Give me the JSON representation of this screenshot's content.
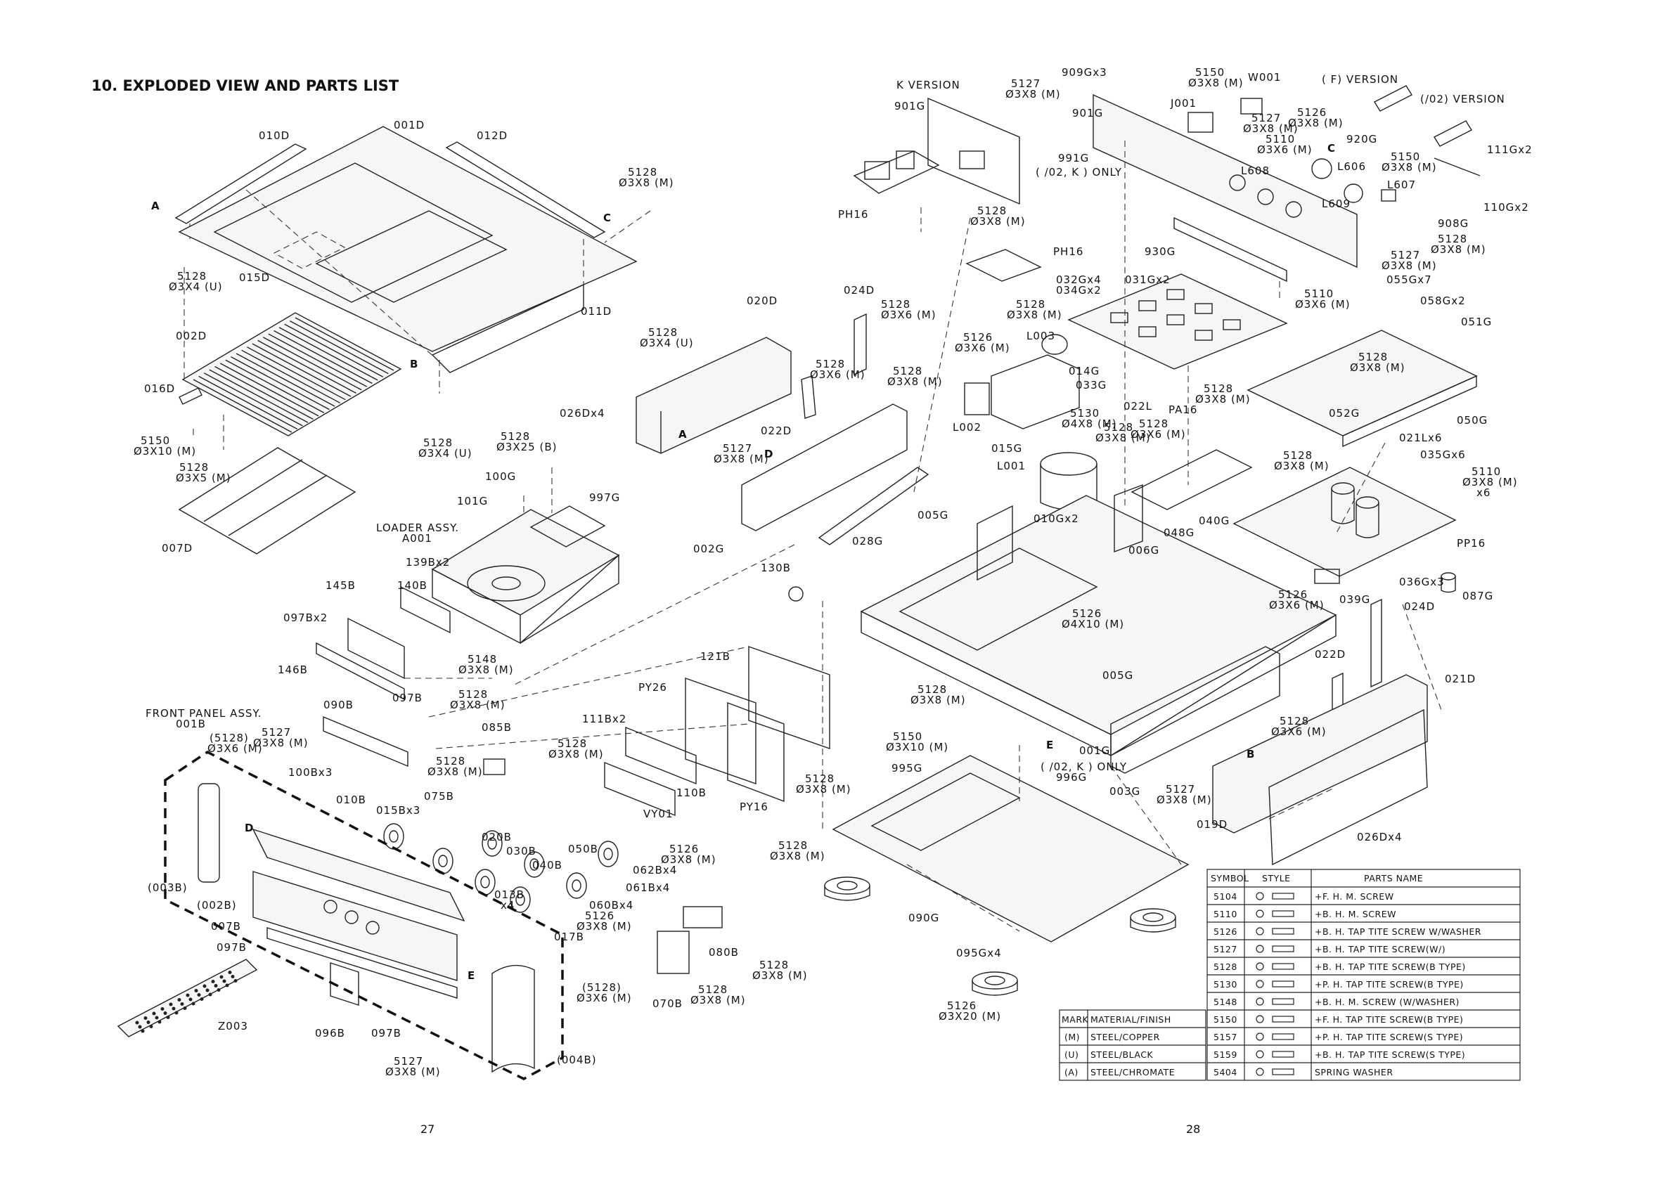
{
  "title": "10. EXPLODED VIEW AND PARTS LIST",
  "pages": [
    "27",
    "28"
  ],
  "left_labels": [
    {
      "id": "010d",
      "t": "010D"
    },
    {
      "id": "001d",
      "t": "001D"
    },
    {
      "id": "012d",
      "t": "012D"
    },
    {
      "id": "s5128a1",
      "t": "5128"
    },
    {
      "id": "s5128a2",
      "t": "Ø3X8 (M)"
    },
    {
      "id": "arrowA1",
      "t": "A"
    },
    {
      "id": "arrowC1",
      "t": "C"
    },
    {
      "id": "s5128b1",
      "t": "5128"
    },
    {
      "id": "s5128b2",
      "t": "Ø3X4 (U)"
    },
    {
      "id": "015d",
      "t": "015D"
    },
    {
      "id": "011d",
      "t": "011D"
    },
    {
      "id": "s5128c1",
      "t": "5128"
    },
    {
      "id": "s5128c2",
      "t": "Ø3X4 (U)"
    },
    {
      "id": "002d",
      "t": "002D"
    },
    {
      "id": "arrowB1",
      "t": "B"
    },
    {
      "id": "016d",
      "t": "016D"
    },
    {
      "id": "s5150a1",
      "t": "5150"
    },
    {
      "id": "s5150a2",
      "t": "Ø3X10 (M)"
    },
    {
      "id": "s5128d1",
      "t": "5128"
    },
    {
      "id": "s5128d2",
      "t": "Ø3X5 (M)"
    },
    {
      "id": "s5128e1",
      "t": "5128"
    },
    {
      "id": "s5128e2",
      "t": "Ø3X4 (U)"
    },
    {
      "id": "007d",
      "t": "007D"
    },
    {
      "id": "s5128f1",
      "t": "5128"
    },
    {
      "id": "s5128f2",
      "t": "Ø3X25 (B)"
    },
    {
      "id": "100g",
      "t": "100G"
    },
    {
      "id": "101g",
      "t": "101G"
    },
    {
      "id": "997g",
      "t": "997G"
    },
    {
      "id": "loader1",
      "t": "LOADER ASSY."
    },
    {
      "id": "loader2",
      "t": "A001"
    },
    {
      "id": "139bx2",
      "t": "139Bx2"
    },
    {
      "id": "145b",
      "t": "145B"
    },
    {
      "id": "140b",
      "t": "140B"
    },
    {
      "id": "097bx2",
      "t": "097Bx2"
    },
    {
      "id": "146b",
      "t": "146B"
    },
    {
      "id": "097b1",
      "t": "097B"
    },
    {
      "id": "s5148a1",
      "t": "5148"
    },
    {
      "id": "s5148a2",
      "t": "Ø3X8 (M)"
    },
    {
      "id": "020d",
      "t": "020D"
    },
    {
      "id": "024d1",
      "t": "024D"
    },
    {
      "id": "s5128g1",
      "t": "5128"
    },
    {
      "id": "s5128g2",
      "t": "Ø3X6 (M)"
    },
    {
      "id": "s5128h1",
      "t": "5128"
    },
    {
      "id": "s5128h2",
      "t": "Ø3X6 (M)"
    },
    {
      "id": "s5128i1",
      "t": "5128"
    },
    {
      "id": "s5128i2",
      "t": "Ø3X8 (M)"
    },
    {
      "id": "026dx4a",
      "t": "026Dx4"
    },
    {
      "id": "arrowA2",
      "t": "A"
    },
    {
      "id": "022d1",
      "t": "022D"
    },
    {
      "id": "s5127a1",
      "t": "5127"
    },
    {
      "id": "s5127a2",
      "t": "Ø3X8 (M)"
    },
    {
      "id": "arrowD1",
      "t": "D"
    },
    {
      "id": "002g",
      "t": "002G"
    },
    {
      "id": "028g",
      "t": "028G"
    },
    {
      "id": "130b",
      "t": "130B"
    },
    {
      "id": "121b",
      "t": "121B"
    },
    {
      "id": "py26",
      "t": "PY26"
    },
    {
      "id": "111bx2",
      "t": "111Bx2"
    },
    {
      "id": "front1",
      "t": "FRONT PANEL ASSY."
    },
    {
      "id": "front2",
      "t": "001B"
    },
    {
      "id": "s5128j1",
      "t": "(5128)"
    },
    {
      "id": "s5128j2",
      "t": "Ø3X6 (M)"
    },
    {
      "id": "s5127b1",
      "t": "5127"
    },
    {
      "id": "s5127b2",
      "t": "Ø3X8 (M)"
    },
    {
      "id": "090b",
      "t": "090B"
    },
    {
      "id": "s5128k1",
      "t": "5128"
    },
    {
      "id": "s5128k2",
      "t": "Ø3X8 (M)"
    },
    {
      "id": "085b",
      "t": "085B"
    },
    {
      "id": "s5128l1",
      "t": "5128"
    },
    {
      "id": "s5128l2",
      "t": "Ø3X8 (M)"
    },
    {
      "id": "s5128m1",
      "t": "5128"
    },
    {
      "id": "s5128m2",
      "t": "Ø3X8 (M)"
    },
    {
      "id": "100bx3",
      "t": "100Bx3"
    },
    {
      "id": "010b",
      "t": "010B"
    },
    {
      "id": "110b",
      "t": "110B"
    },
    {
      "id": "py16",
      "t": "PY16"
    },
    {
      "id": "vy01",
      "t": "VY01"
    },
    {
      "id": "s5128n1",
      "t": "5128"
    },
    {
      "id": "s5128n2",
      "t": "Ø3X8 (M)"
    },
    {
      "id": "015bx3",
      "t": "015Bx3"
    },
    {
      "id": "075b",
      "t": "075B"
    },
    {
      "id": "020b",
      "t": "020B"
    },
    {
      "id": "030b",
      "t": "030B"
    },
    {
      "id": "040b",
      "t": "040B"
    },
    {
      "id": "050b",
      "t": "050B"
    },
    {
      "id": "s5126a1",
      "t": "5126"
    },
    {
      "id": "s5126a2",
      "t": "Ø3X8 (M)"
    },
    {
      "id": "062bx4",
      "t": "062Bx4"
    },
    {
      "id": "061bx4",
      "t": "061Bx4"
    },
    {
      "id": "060bx4",
      "t": "060Bx4"
    },
    {
      "id": "s5126b1",
      "t": "5126"
    },
    {
      "id": "s5126b2",
      "t": "Ø3X8 (M)"
    },
    {
      "id": "013b",
      "t": "013B"
    },
    {
      "id": "x4",
      "t": "x4"
    },
    {
      "id": "017b",
      "t": "017B"
    },
    {
      "id": "arrowD2",
      "t": "D"
    },
    {
      "id": "003b",
      "t": "(003B)"
    },
    {
      "id": "002b",
      "t": "(002B)"
    },
    {
      "id": "007b",
      "t": "007B"
    },
    {
      "id": "097b2",
      "t": "097B"
    },
    {
      "id": "arrowE1",
      "t": "E"
    },
    {
      "id": "z003",
      "t": "Z003"
    },
    {
      "id": "096b",
      "t": "096B"
    },
    {
      "id": "097b3",
      "t": "097B"
    },
    {
      "id": "s5128o1",
      "t": "(5128)"
    },
    {
      "id": "s5128o2",
      "t": "Ø3X6 (M)"
    },
    {
      "id": "004b",
      "t": "(004B)"
    },
    {
      "id": "s5127c1",
      "t": "5127"
    },
    {
      "id": "s5127c2",
      "t": "Ø3X8 (M)"
    },
    {
      "id": "080b",
      "t": "080B"
    },
    {
      "id": "070b",
      "t": "070B"
    },
    {
      "id": "s5128p1",
      "t": "5128"
    },
    {
      "id": "s5128p2",
      "t": "Ø3X8 (M)"
    },
    {
      "id": "s5128q1",
      "t": "5128"
    },
    {
      "id": "s5128q2",
      "t": "Ø3X8 (M)"
    }
  ],
  "right_labels": [
    {
      "id": "kver",
      "t": "K VERSION"
    },
    {
      "id": "901g1",
      "t": "901G"
    },
    {
      "id": "s5127d1",
      "t": "5127"
    },
    {
      "id": "s5127d2",
      "t": "Ø3X8 (M)"
    },
    {
      "id": "991g",
      "t": "991G"
    },
    {
      "id": "02konly1",
      "t": "( /02, K ) ONLY"
    },
    {
      "id": "ph16a",
      "t": "PH16"
    },
    {
      "id": "909gx3",
      "t": "909Gx3"
    },
    {
      "id": "901g2",
      "t": "901G"
    },
    {
      "id": "s5150b1",
      "t": "5150"
    },
    {
      "id": "s5150b2",
      "t": "Ø3X8 (M)"
    },
    {
      "id": "w001",
      "t": "W001"
    },
    {
      "id": "j001",
      "t": "J001"
    },
    {
      "id": "fver",
      "t": "( F) VERSION"
    },
    {
      "id": "02ver",
      "t": "(/02) VERSION"
    },
    {
      "id": "s5127e1",
      "t": "5127"
    },
    {
      "id": "s5127e2",
      "t": "Ø3X8 (M)"
    },
    {
      "id": "s5126c1",
      "t": "5126"
    },
    {
      "id": "s5126c2",
      "t": "Ø3X8 (M)"
    },
    {
      "id": "s5110a1",
      "t": "5110"
    },
    {
      "id": "s5110a2",
      "t": "Ø3X6 (M)"
    },
    {
      "id": "920g",
      "t": "920G"
    },
    {
      "id": "111gx2",
      "t": "111Gx2"
    },
    {
      "id": "l608",
      "t": "L608"
    },
    {
      "id": "s5150c1",
      "t": "5150"
    },
    {
      "id": "s5150c2",
      "t": "Ø3X8 (M)"
    },
    {
      "id": "arrowC2",
      "t": "C"
    },
    {
      "id": "l606",
      "t": "L606"
    },
    {
      "id": "l607",
      "t": "L607"
    },
    {
      "id": "110gx2",
      "t": "110Gx2"
    },
    {
      "id": "l609",
      "t": "L609"
    },
    {
      "id": "908g",
      "t": "908G"
    },
    {
      "id": "s5128r1",
      "t": "5128"
    },
    {
      "id": "s5128r2",
      "t": "Ø3X8 (M)"
    },
    {
      "id": "s5127f1",
      "t": "5127"
    },
    {
      "id": "s5127f2",
      "t": "Ø3X8 (M)"
    },
    {
      "id": "s5128s1",
      "t": "5128"
    },
    {
      "id": "s5128s2",
      "t": "Ø3X8 (M)"
    },
    {
      "id": "930g",
      "t": "930G"
    },
    {
      "id": "ph16b",
      "t": "PH16"
    },
    {
      "id": "032gx4",
      "t": "032Gx4"
    },
    {
      "id": "034gx2",
      "t": "034Gx2"
    },
    {
      "id": "031gx2",
      "t": "031Gx2"
    },
    {
      "id": "055gx7",
      "t": "055Gx7"
    },
    {
      "id": "s5110b1",
      "t": "5110"
    },
    {
      "id": "s5110b2",
      "t": "Ø3X6 (M)"
    },
    {
      "id": "058gx2",
      "t": "058Gx2"
    },
    {
      "id": "051g",
      "t": "051G"
    },
    {
      "id": "s5128t1",
      "t": "5128"
    },
    {
      "id": "s5128t2",
      "t": "Ø3X8 (M)"
    },
    {
      "id": "s5126d1",
      "t": "5126"
    },
    {
      "id": "s5126d2",
      "t": "Ø3X6 (M)"
    },
    {
      "id": "l003",
      "t": "L003"
    },
    {
      "id": "014g",
      "t": "014G"
    },
    {
      "id": "033g",
      "t": "033G"
    },
    {
      "id": "s5128u1",
      "t": "5128"
    },
    {
      "id": "s5128u2",
      "t": "Ø3X8 (M)"
    },
    {
      "id": "022l",
      "t": "022L"
    },
    {
      "id": "pa16",
      "t": "PA16"
    },
    {
      "id": "s5128v1",
      "t": "5128"
    },
    {
      "id": "s5128v2",
      "t": "Ø3X8 (M)"
    },
    {
      "id": "052g",
      "t": "052G"
    },
    {
      "id": "050g",
      "t": "050G"
    },
    {
      "id": "l002",
      "t": "L002"
    },
    {
      "id": "015g",
      "t": "015G"
    },
    {
      "id": "s5130a1",
      "t": "5130"
    },
    {
      "id": "s5130a2",
      "t": "Ø4X8 (M)"
    },
    {
      "id": "s5128w1",
      "t": "5128"
    },
    {
      "id": "s5128w2",
      "t": "Ø3X8 (M)"
    },
    {
      "id": "s5128x1",
      "t": "5128"
    },
    {
      "id": "s5128x2",
      "t": "Ø3X6 (M)"
    },
    {
      "id": "021lx6",
      "t": "021Lx6"
    },
    {
      "id": "035gx6",
      "t": "035Gx6"
    },
    {
      "id": "s5128y1",
      "t": "5128"
    },
    {
      "id": "s5128y2",
      "t": "Ø3X8 (M)"
    },
    {
      "id": "l001",
      "t": "L001"
    },
    {
      "id": "s5110c1",
      "t": "5110"
    },
    {
      "id": "s5110c2",
      "t": "Ø3X8 (M)"
    },
    {
      "id": "x6",
      "t": "x6"
    },
    {
      "id": "005g1",
      "t": "005G"
    },
    {
      "id": "010gx2",
      "t": "010Gx2"
    },
    {
      "id": "040g",
      "t": "040G"
    },
    {
      "id": "048g",
      "t": "048G"
    },
    {
      "id": "006g",
      "t": "006G"
    },
    {
      "id": "pp16",
      "t": "PP16"
    },
    {
      "id": "036gx3",
      "t": "036Gx3"
    },
    {
      "id": "s5126e1",
      "t": "5126"
    },
    {
      "id": "s5126e2",
      "t": "Ø3X6 (M)"
    },
    {
      "id": "039g",
      "t": "039G"
    },
    {
      "id": "087g",
      "t": "087G"
    },
    {
      "id": "024d2",
      "t": "024D"
    },
    {
      "id": "s5126f1",
      "t": "5126"
    },
    {
      "id": "s5126f2",
      "t": "Ø4X10 (M)"
    },
    {
      "id": "022d2",
      "t": "022D"
    },
    {
      "id": "005g2",
      "t": "005G"
    },
    {
      "id": "021d",
      "t": "021D"
    },
    {
      "id": "s5128z1",
      "t": "5128"
    },
    {
      "id": "s5128z2",
      "t": "Ø3X8 (M)"
    },
    {
      "id": "s5150d1",
      "t": "5150"
    },
    {
      "id": "s5150d2",
      "t": "Ø3X10 (M)"
    },
    {
      "id": "s5128aa1",
      "t": "5128"
    },
    {
      "id": "s5128aa2",
      "t": "Ø3X6 (M)"
    },
    {
      "id": "arrowB2",
      "t": "B"
    },
    {
      "id": "995g",
      "t": "995G"
    },
    {
      "id": "arrowE2",
      "t": "E"
    },
    {
      "id": "001g",
      "t": "001G"
    },
    {
      "id": "02konly2",
      "t": "( /02, K ) ONLY"
    },
    {
      "id": "996g",
      "t": "996G"
    },
    {
      "id": "003g",
      "t": "003G"
    },
    {
      "id": "s5127g1",
      "t": "5127"
    },
    {
      "id": "s5127g2",
      "t": "Ø3X8 (M)"
    },
    {
      "id": "019d",
      "t": "019D"
    },
    {
      "id": "026dx4b",
      "t": "026Dx4"
    },
    {
      "id": "s5128ab1",
      "t": "5128"
    },
    {
      "id": "s5128ab2",
      "t": "Ø3X8 (M)"
    },
    {
      "id": "090g",
      "t": "090G"
    },
    {
      "id": "095gx4",
      "t": "095Gx4"
    },
    {
      "id": "s5126g1",
      "t": "5126"
    },
    {
      "id": "s5126g2",
      "t": "Ø3X20 (M)"
    }
  ],
  "material_table": {
    "headers": [
      "MARK",
      "MATERIAL/FINISH"
    ],
    "rows": [
      [
        "(M)",
        "STEEL/COPPER"
      ],
      [
        "(U)",
        "STEEL/BLACK"
      ],
      [
        "(A)",
        "STEEL/CHROMATE"
      ]
    ]
  },
  "symbol_table": {
    "headers": [
      "SYMBOL",
      "STYLE",
      "PARTS NAME"
    ],
    "rows": [
      [
        "5104",
        "+F. H. M. SCREW"
      ],
      [
        "5110",
        "+B. H. M. SCREW"
      ],
      [
        "5126",
        "+B. H. TAP TITE SCREW W/WASHER"
      ],
      [
        "5127",
        "+B. H. TAP TITE SCREW(W/)"
      ],
      [
        "5128",
        "+B. H. TAP TITE SCREW(B TYPE)"
      ],
      [
        "5130",
        "+P. H. TAP TITE SCREW(B TYPE)"
      ],
      [
        "5148",
        "+B. H. M. SCREW (W/WASHER)"
      ],
      [
        "5150",
        "+F. H. TAP TITE SCREW(B TYPE)"
      ],
      [
        "5157",
        "+P. H. TAP TITE SCREW(S TYPE)"
      ],
      [
        "5159",
        "+B. H. TAP TITE SCREW(S TYPE)"
      ],
      [
        "5404",
        "SPRING WASHER"
      ]
    ]
  }
}
